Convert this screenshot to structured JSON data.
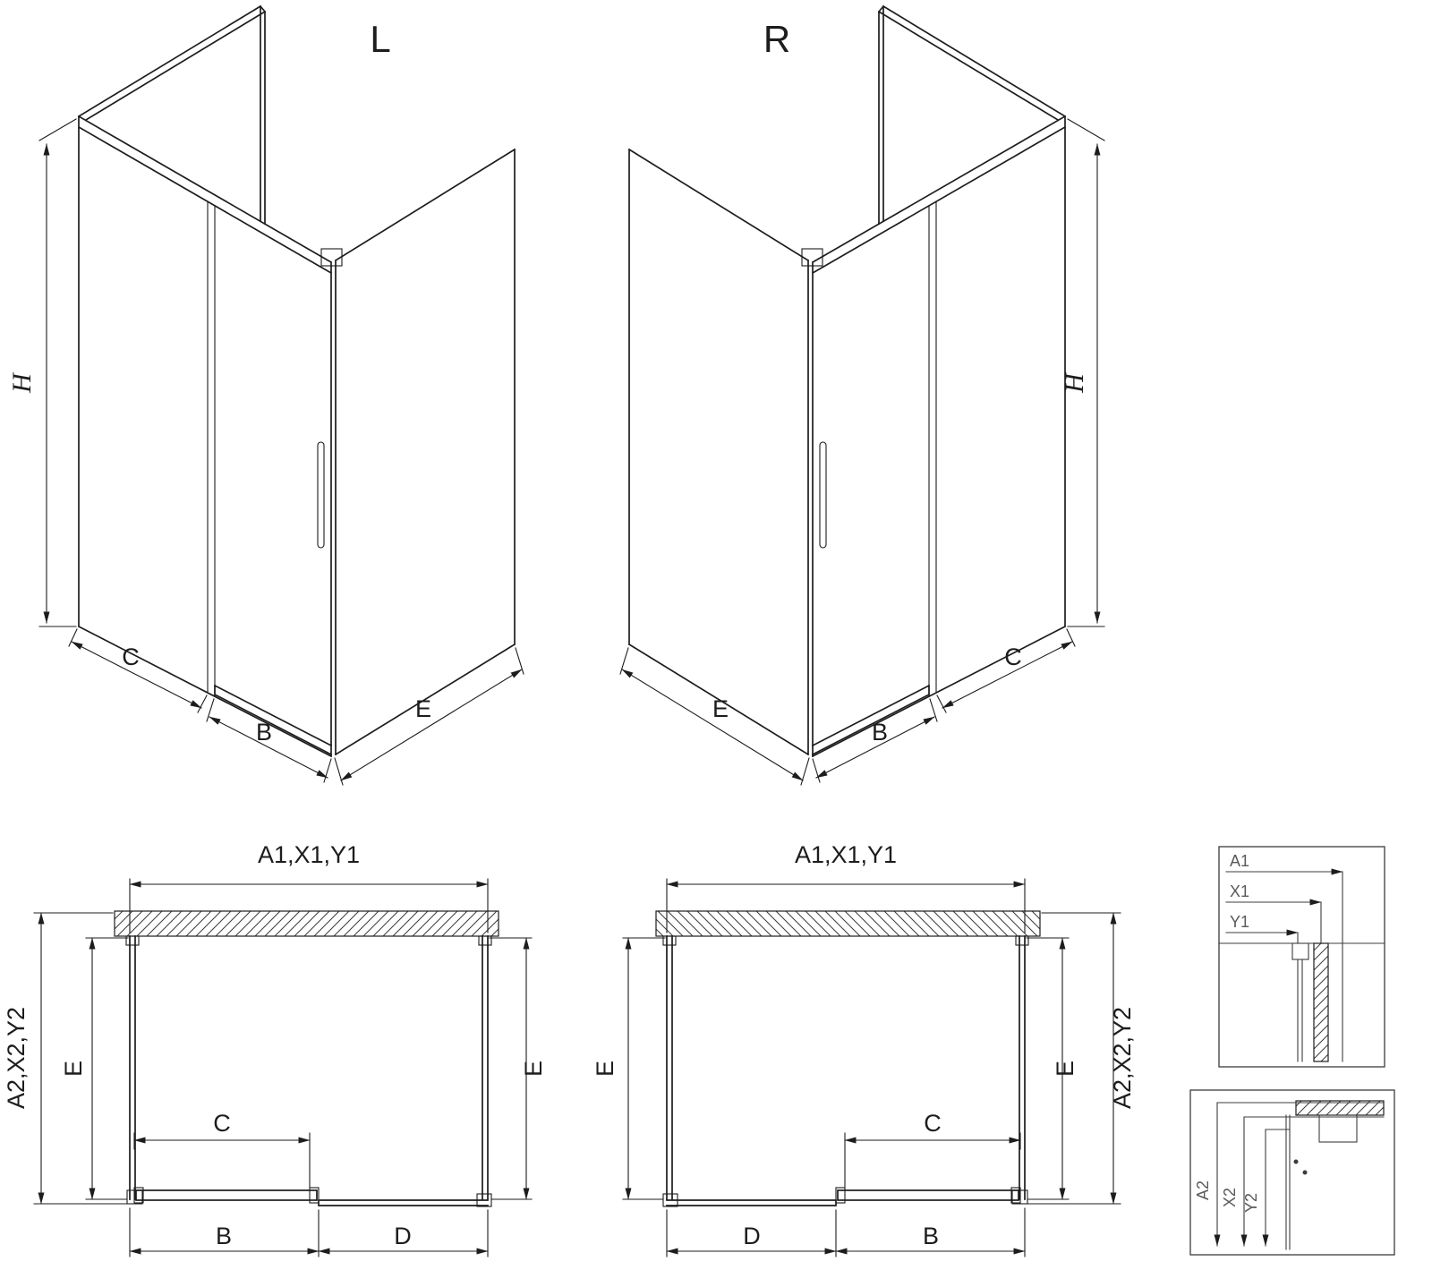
{
  "drawing_type": "shower-enclosure-dimensional-diagram",
  "variants": {
    "left": "L",
    "right": "R"
  },
  "dimensions": {
    "h": "H",
    "b": "B",
    "c": "C",
    "d": "D",
    "e": "E",
    "front_total": "A1,X1,Y1",
    "depth_total": "A2,X2,Y2"
  },
  "detail_labels": {
    "a1": "A1",
    "x1": "X1",
    "y1": "Y1",
    "a2": "A2",
    "x2": "X2",
    "y2": "Y2"
  },
  "colors": {
    "line": "#1d1d1d",
    "detail_line": "#3c3c3c",
    "detail_text": "#5a5a5a",
    "bg": "#ffffff"
  }
}
